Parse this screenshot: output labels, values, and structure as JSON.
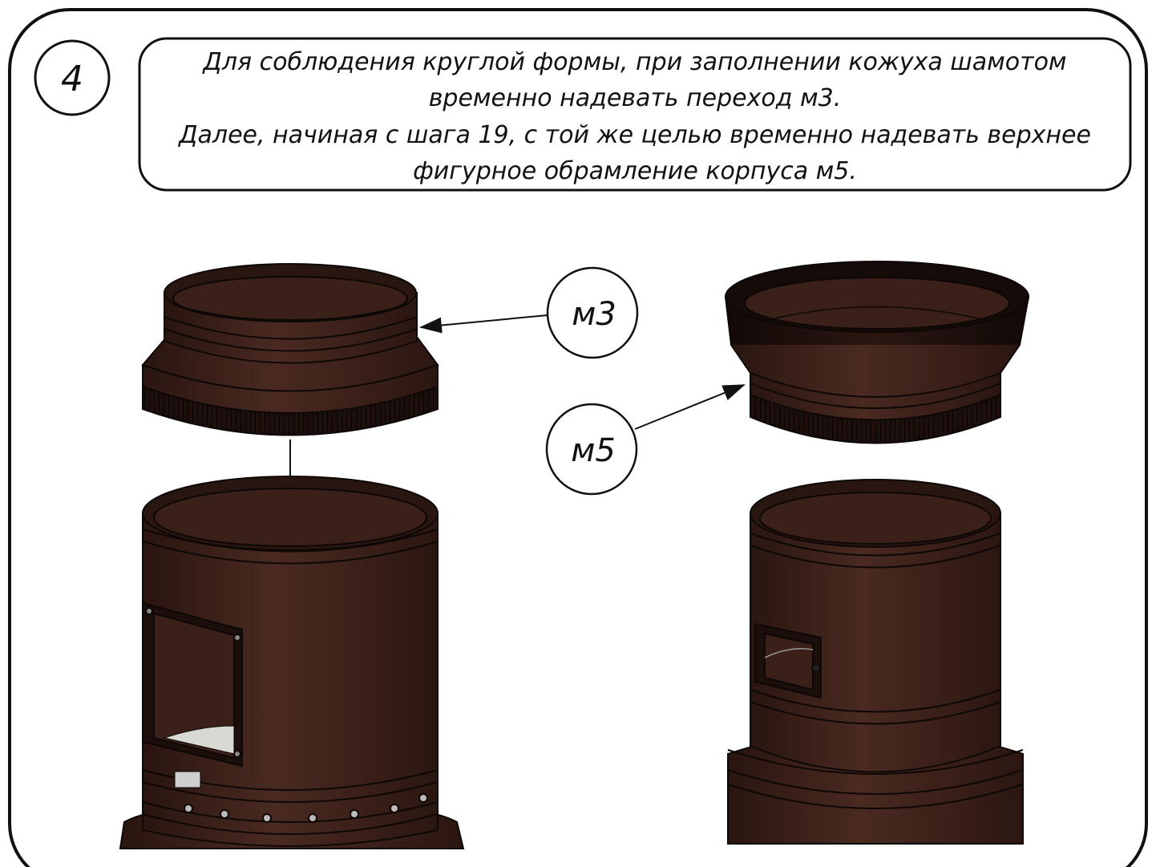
{
  "step": {
    "number": "4"
  },
  "note": {
    "lines": [
      "Для соблюдения круглой формы, при заполнении кожуха шамотом",
      "временно надевать переход м3.",
      "Далее, начиная с шага 19, с той же целью временно надевать верхнее",
      "фигурное обрамление корпуса м5."
    ]
  },
  "callouts": [
    {
      "label": "м3"
    },
    {
      "label": "м5"
    }
  ],
  "colors": {
    "body": "#3b2019",
    "body_dark": "#1c0f0b",
    "body_mid": "#4a2a21",
    "outline": "#0d0806",
    "window_glass": "#d9d9d4"
  }
}
